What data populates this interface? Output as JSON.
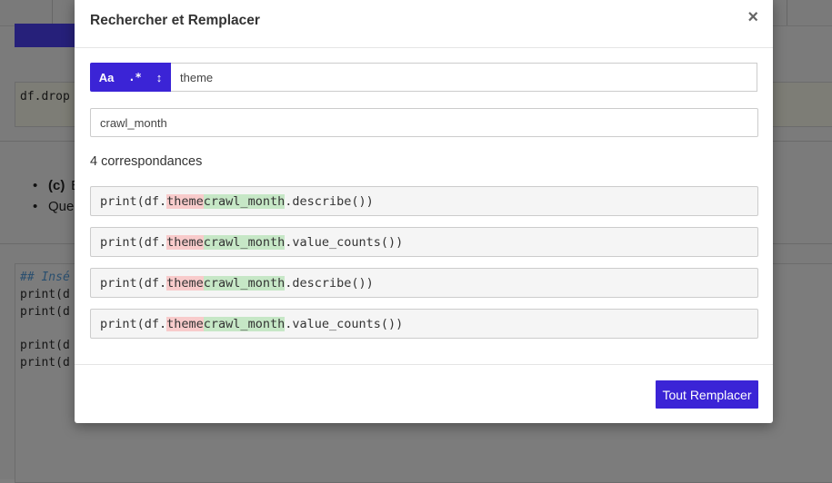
{
  "background": {
    "cell1_code": "df.drop",
    "bullet1_bold": "(c)",
    "bullet1_text": " E",
    "bullet2_text": "Que",
    "cell2_lines": [
      "## Insé",
      "print(d",
      "print(d",
      "",
      "print(d",
      "print(d"
    ]
  },
  "modal": {
    "title": "Rechercher et Remplacer",
    "close_glyph": "×",
    "options": {
      "case": "Aa",
      "regex": ".*",
      "selection": "↕"
    },
    "find_value": "theme",
    "replace_value": "crawl_month",
    "match_count_text": "4 correspondances",
    "matches": [
      {
        "prefix": "print(df.",
        "old": "theme",
        "new": "crawl_month",
        "suffix": ".describe())"
      },
      {
        "prefix": "print(df.",
        "old": "theme",
        "new": "crawl_month",
        "suffix": ".value_counts())"
      },
      {
        "prefix": "print(df.",
        "old": "theme",
        "new": "crawl_month",
        "suffix": ".describe())"
      },
      {
        "prefix": "print(df.",
        "old": "theme",
        "new": "crawl_month",
        "suffix": ".value_counts())"
      }
    ],
    "replace_all_label": "Tout Remplacer"
  },
  "colors": {
    "accent": "#3b24d6",
    "removed": "#f8cbcb",
    "added": "#c6e7c6"
  }
}
